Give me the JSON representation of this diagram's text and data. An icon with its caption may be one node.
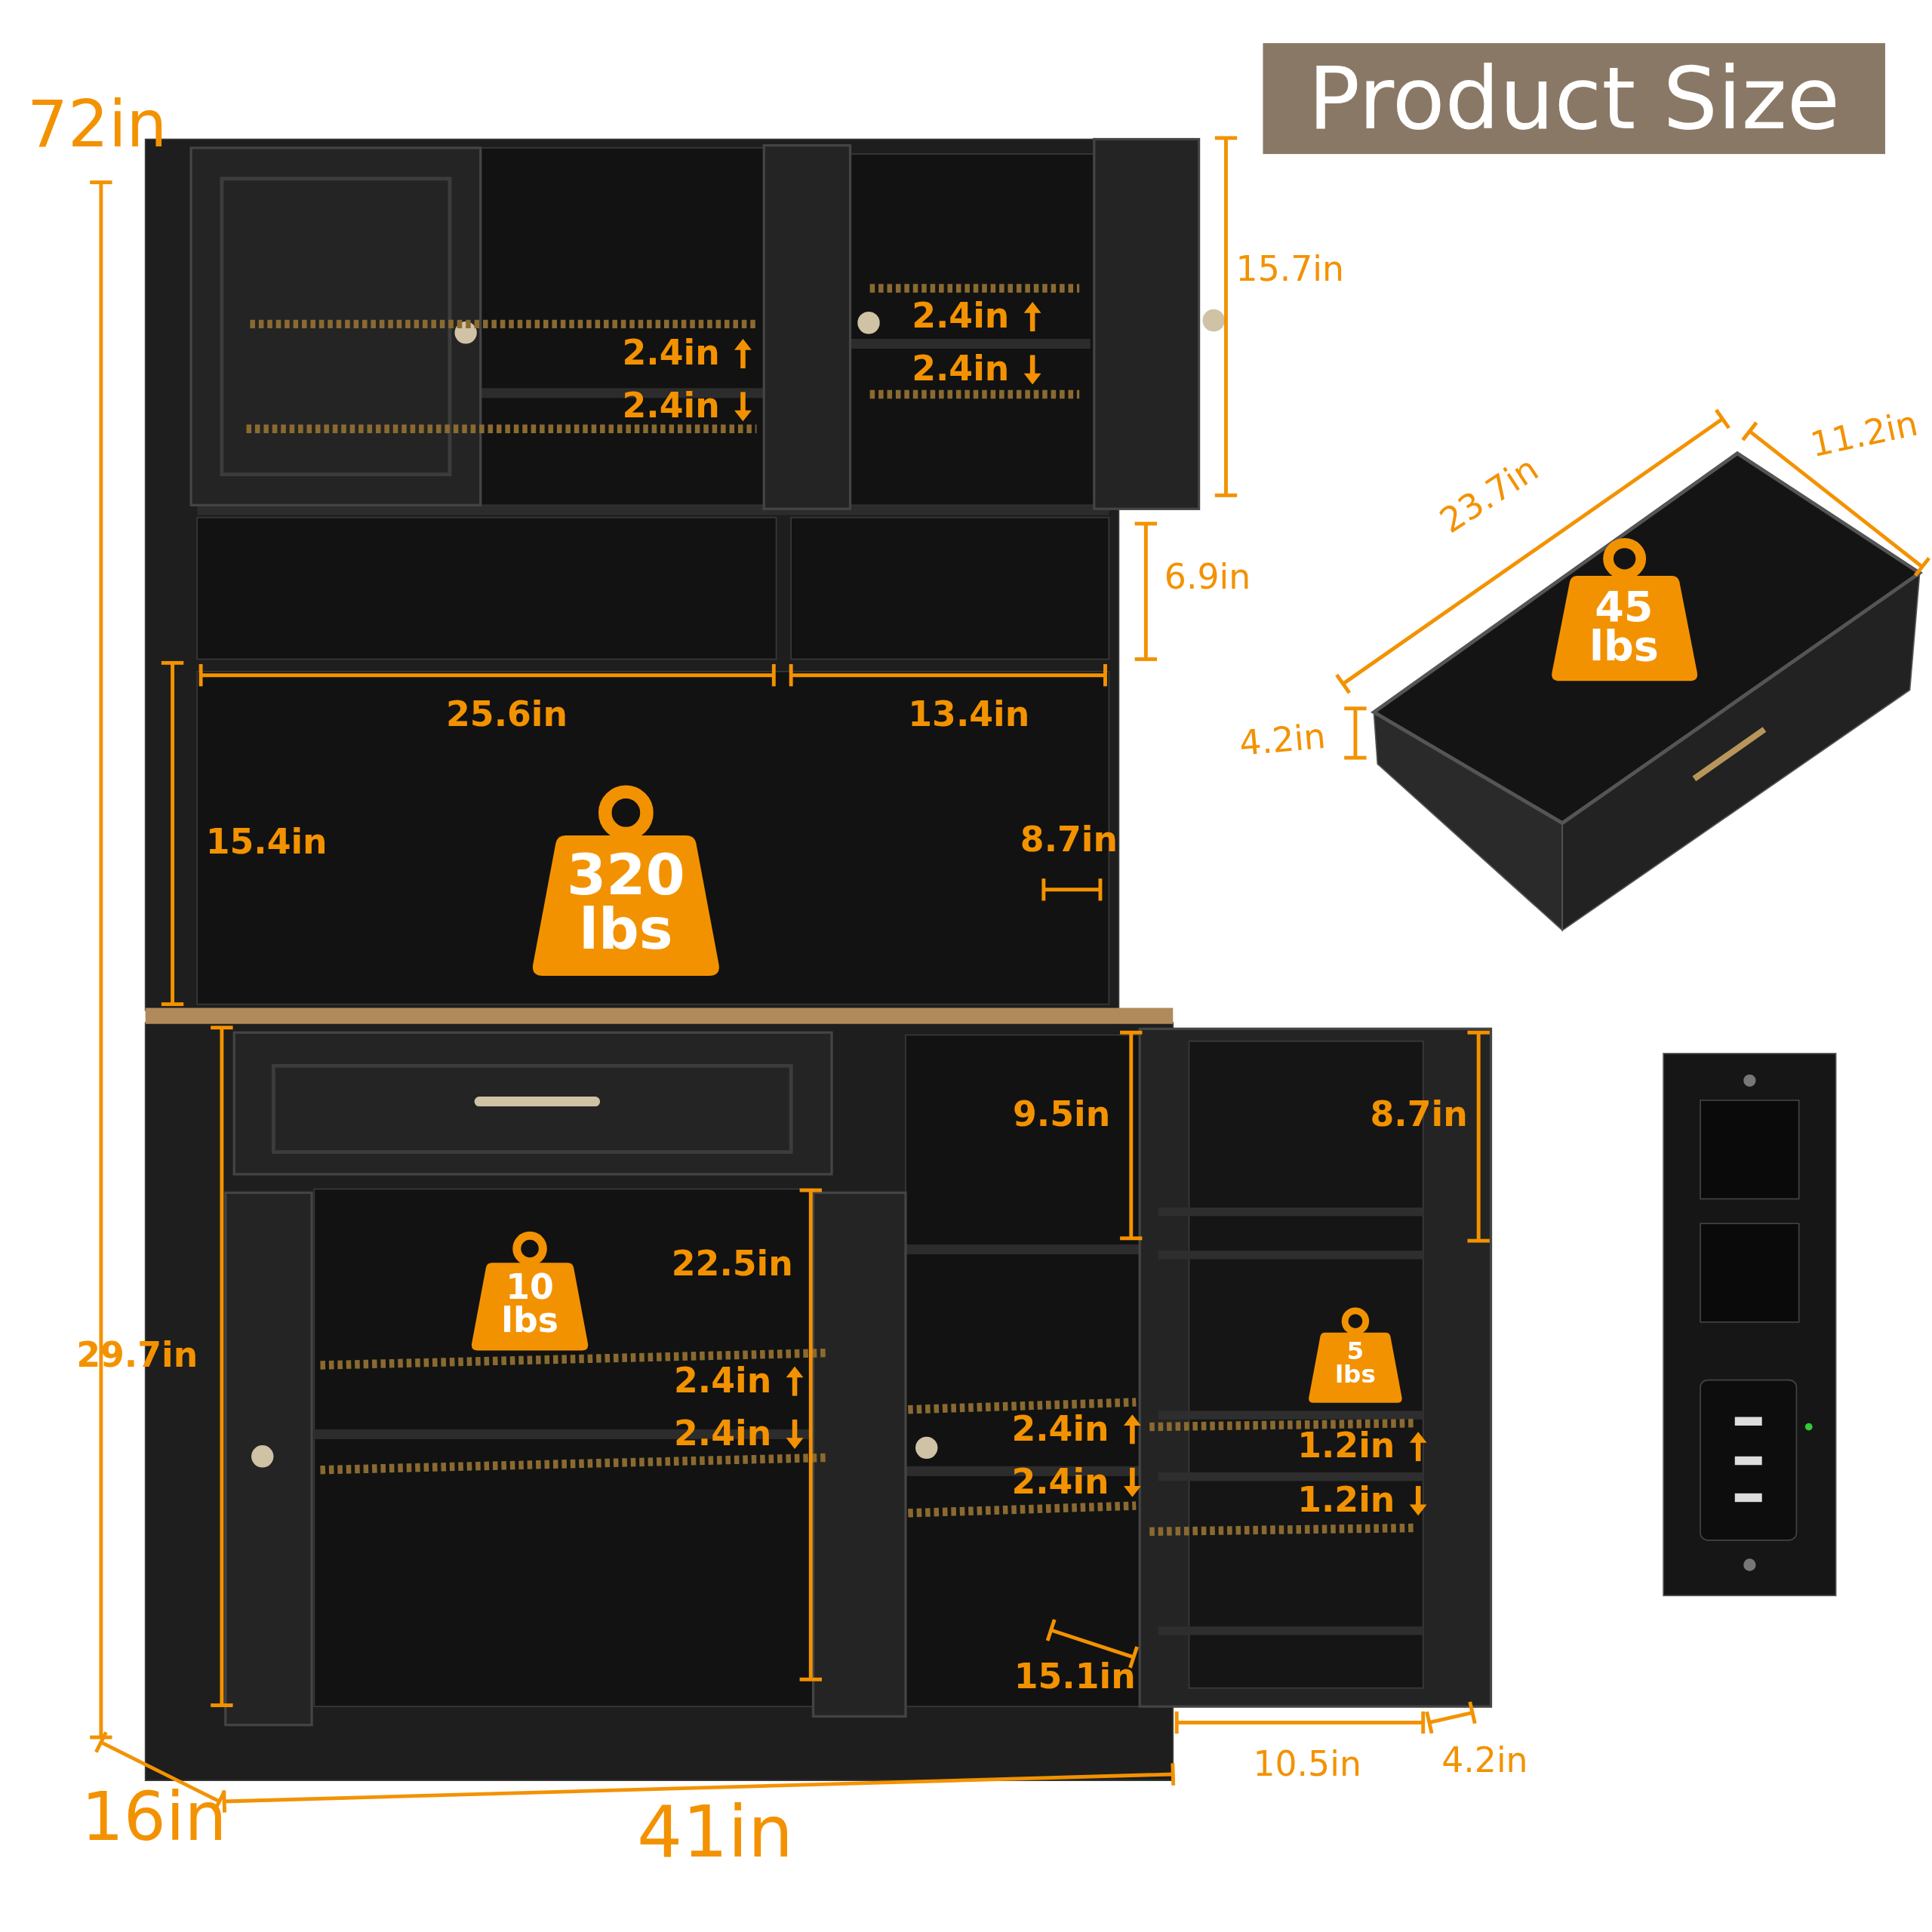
{
  "diagram": {
    "title": "Product Size",
    "nodes": [
      {
        "text": [
          "45 lbs"
        ]
      },
      {
        "text": [
          "320 lbs"
        ]
      },
      {
        "text": [
          "10 lbs"
        ]
      },
      {
        "text": [
          "5 lbs"
        ]
      }
    ],
    "labels": [
      "72in",
      "15.7in",
      "2.4in",
      "2.4in",
      "2.4in",
      "2.4in",
      "11.2in",
      "23.7in",
      "6.9in",
      "25.6in",
      "13.4in",
      "4.2in",
      "15.4in",
      "8.7in",
      "9.5in",
      "8.7in",
      "22.5in",
      "29.7in",
      "2.4in",
      "2.4in",
      "2.4in",
      "1.2in",
      "2.4in",
      "1.2in",
      "15.1in",
      "4.2in",
      "10.5in",
      "16in",
      "41in"
    ]
  }
}
